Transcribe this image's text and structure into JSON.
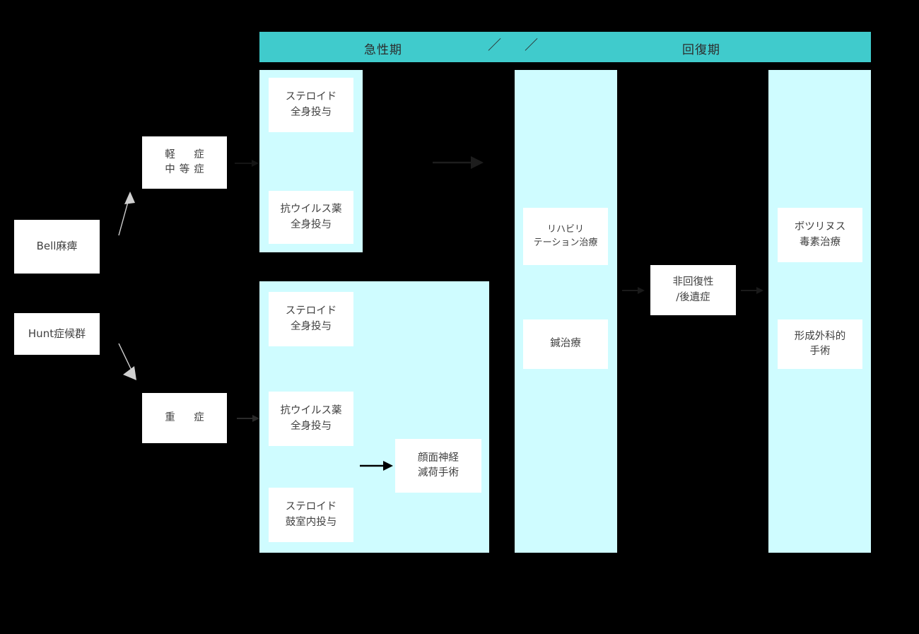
{
  "diagram": {
    "title_bar": {
      "phases": [
        {
          "label": "急性期"
        },
        {
          "label": "回復期"
        }
      ],
      "separators": [
        "／",
        "／"
      ],
      "band_color": "#40CBCC"
    },
    "colors": {
      "band": "#40CBCC",
      "lane": "#CFFCFF",
      "node_bg": "#FFFFFF",
      "text": "#414141",
      "background": "#000000",
      "arrow_dark": "#0B0B0B",
      "arrow_light": "#D8D8D8"
    },
    "diagnoses": [
      {
        "label": "Bell麻痺"
      },
      {
        "label": "Hunt症候群"
      }
    ],
    "severities": [
      {
        "line1": "軽　症",
        "line2": "中等症"
      },
      {
        "line1": "重　症"
      }
    ],
    "lanes": [
      {
        "name": "mild-acute-lane",
        "nodes": [
          {
            "line1": "ステロイド",
            "line2": "全身投与"
          },
          {
            "line1": "抗ウイルス薬",
            "line2": "全身投与"
          }
        ]
      },
      {
        "name": "severe-acute-lane",
        "nodes": [
          {
            "line1": "ステロイド",
            "line2": "全身投与"
          },
          {
            "line1": "抗ウイルス薬",
            "line2": "全身投与"
          },
          {
            "line1": "ステロイド",
            "line2": "鼓室内投与"
          },
          {
            "line1": "顔面神経",
            "line2": "減荷手術"
          }
        ]
      },
      {
        "name": "recovery-lane",
        "nodes": [
          {
            "line1": "リハビリ",
            "line2": "テーション治療"
          },
          {
            "line1": "鍼治療",
            "line2": ""
          }
        ]
      },
      {
        "name": "sequelae-lane",
        "nodes": [
          {
            "line1": "ボツリヌス",
            "line2": "毒素治療"
          },
          {
            "line1": "形成外科的",
            "line2": "手術"
          }
        ]
      }
    ],
    "outcome": {
      "line1": "非回復性",
      "line2": "/後遺症"
    }
  }
}
